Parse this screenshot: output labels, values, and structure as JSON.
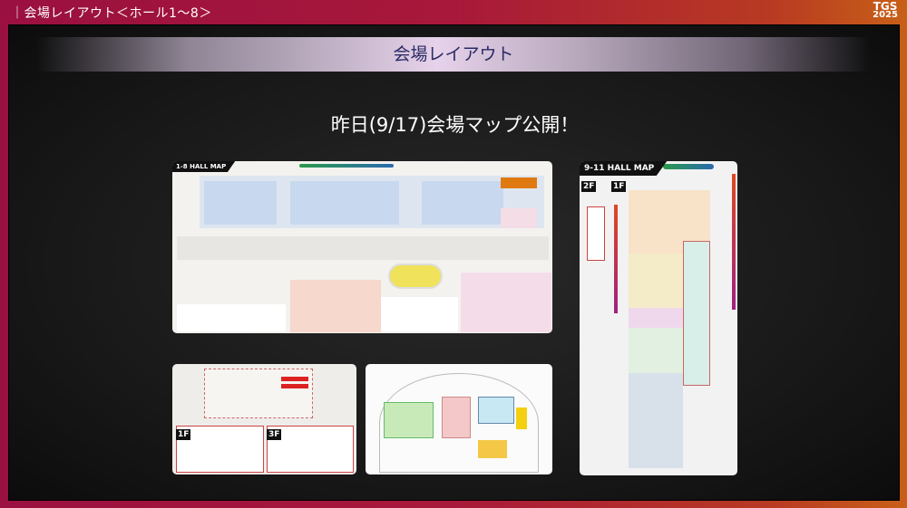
{
  "header": {
    "title": "｜会場レイアウト＜ホール1～8＞",
    "logo_top": "TGS",
    "logo_bottom": "2025"
  },
  "slide": {
    "heading": "会場レイアウト",
    "subtitle": "昨日(9/17)会場マップ公開！"
  },
  "maps": [
    {
      "label": "1-8 HALL MAP"
    },
    {
      "floors": [
        "1F",
        "3F"
      ]
    },
    {},
    {
      "label": "9-11 HALL MAP",
      "floors": [
        "2F",
        "1F"
      ]
    }
  ],
  "colors": {
    "frame_left": "#9a1040",
    "frame_right": "#c86018",
    "heading_text": "#2a2a66"
  }
}
